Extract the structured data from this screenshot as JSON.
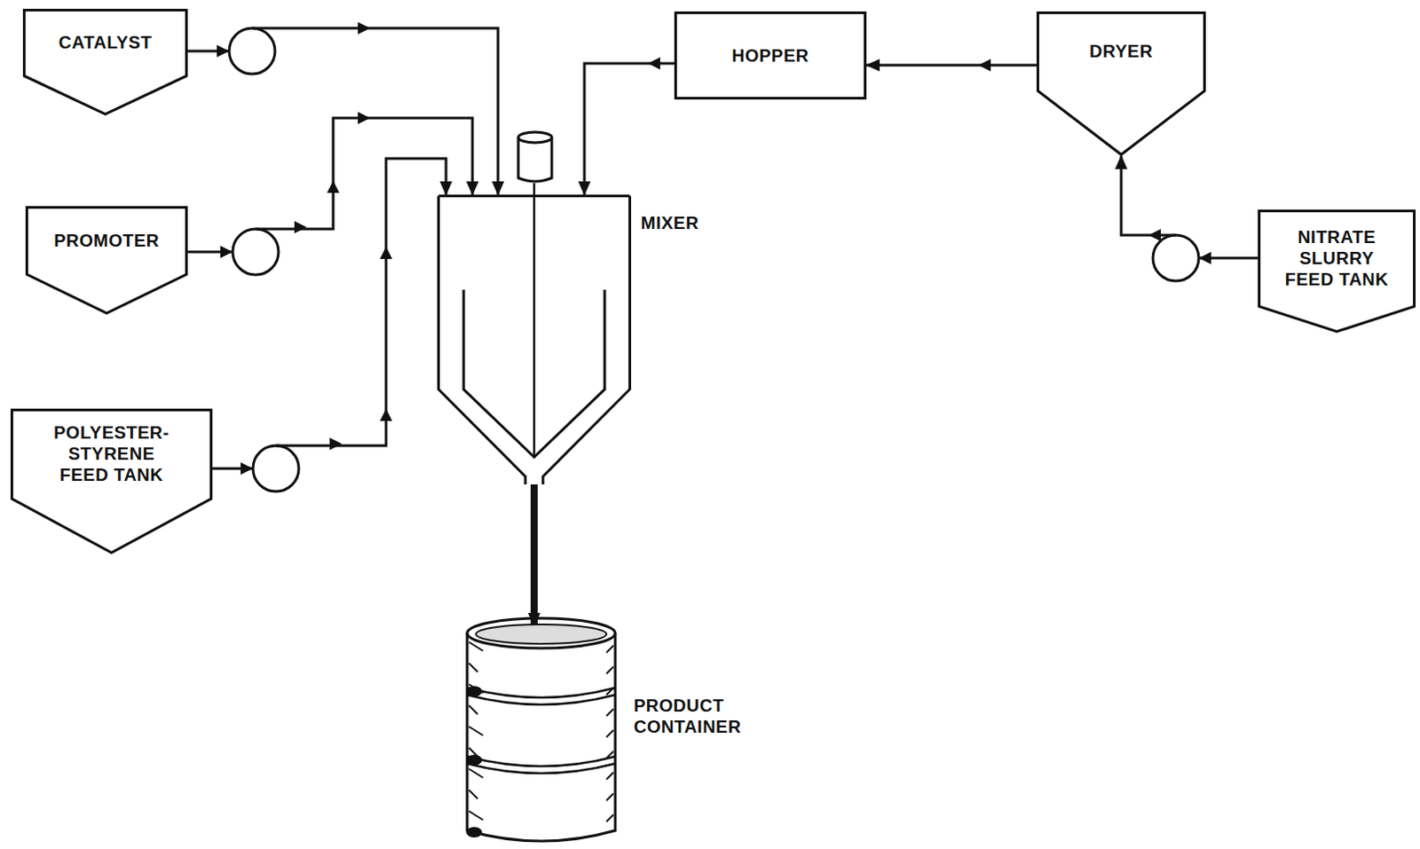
{
  "diagram": {
    "nodes": [
      {
        "text": [
          "CATALYST"
        ]
      },
      {
        "text": [
          "HOPPER"
        ]
      },
      {
        "text": [
          "DRYER"
        ]
      },
      {
        "text": [
          "MIXER"
        ]
      },
      {
        "text": [
          "PROMOTER"
        ]
      },
      {
        "text": [
          "NITRATE SLURRY FEED TANK"
        ]
      },
      {
        "text": [
          "POLYESTER- STYRENE FEED TANK"
        ]
      },
      {
        "text": [
          "PRODUCT CONTAINER"
        ]
      }
    ],
    "edges": [
      {
        "from": 0,
        "to": 3,
        "arrow": "to"
      },
      {
        "from": 4,
        "to": 3,
        "arrow": "to"
      },
      {
        "from": 6,
        "to": 3,
        "arrow": "to"
      },
      {
        "from": 1,
        "to": 3,
        "arrow": "to"
      },
      {
        "from": 2,
        "to": 1,
        "arrow": "to"
      },
      {
        "from": 5,
        "to": 2,
        "arrow": "to"
      },
      {
        "from": 3,
        "to": 7,
        "arrow": "to"
      }
    ]
  }
}
